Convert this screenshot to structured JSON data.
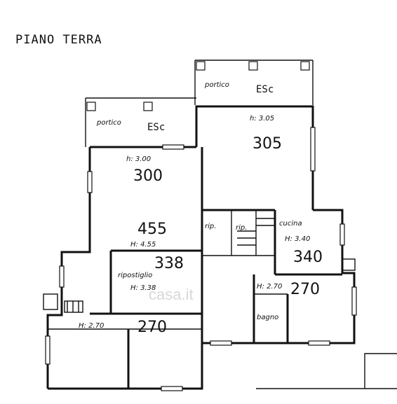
{
  "title": "PIANO TERRA",
  "watermark": "casa.it",
  "labels": {
    "portico_right": "portico",
    "esc_right": "ESc",
    "portico_left": "portico",
    "esc_left": "ESc",
    "h_305": "h: 3.05",
    "n_305": "305",
    "h_300": "h: 3.00",
    "n_300": "300",
    "n_455": "455",
    "h_455": "H: 4.55",
    "n_338": "338",
    "ripostiglio": "ripostiglio",
    "h_338": "H: 3.38",
    "rip1": "rip.",
    "rip2": "rip.",
    "cucina": "cucina",
    "h_340": "H: 3.40",
    "n_340": "340",
    "h_270_right": "H: 2.70",
    "n_270_right": "270",
    "bagno": "bagno",
    "h_270_left": "H: 2.70",
    "n_270_left": "270"
  }
}
